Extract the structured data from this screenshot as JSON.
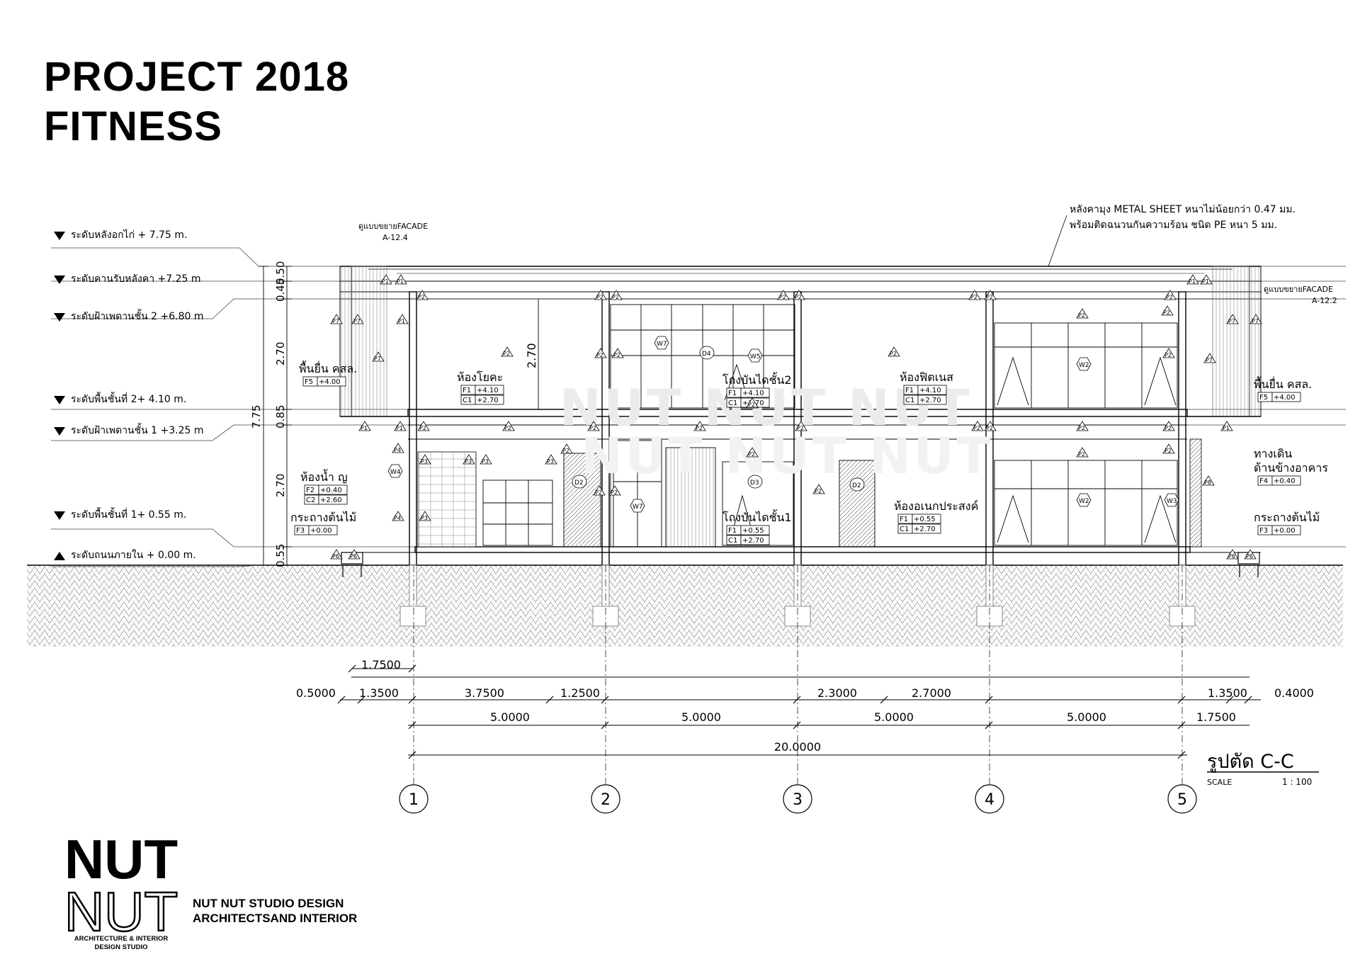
{
  "project": {
    "title_line1": "PROJECT  2018",
    "title_line2": "FITNESS"
  },
  "levels": [
    {
      "marker": "down",
      "label": "ระดับหลังอกไก่ + 7.75 m."
    },
    {
      "marker": "down",
      "label": "ระดับคานรับหลังคา +7.25 m"
    },
    {
      "marker": "down",
      "label": "ระดับฝ้าเพดานชั้น 2 +6.80 m"
    },
    {
      "marker": "down",
      "label": "ระดับพื้นชั้นที่ 2+ 4.10 m."
    },
    {
      "marker": "down",
      "label": "ระดับฝ้าเพดานชั้น 1 +3.25 m"
    },
    {
      "marker": "down",
      "label": "ระดับพื้นชั้นที่ 1+ 0.55 m."
    },
    {
      "marker": "up",
      "label": "ระดับถนนภายใน + 0.00 m."
    }
  ],
  "vertical_dims": [
    "0.50",
    "0.45",
    "2.70",
    "0.85",
    "2.70",
    "0.55"
  ],
  "overall_height": "7.75",
  "inner_height": "2.70",
  "roof_note": [
    "หลังคามุง METAL SHEET  หนาไม่น้อยกว่า 0.47 มม.",
    "พร้อมติดฉนวนกันความร้อน ชนิด PE หนา 5 มม."
  ],
  "facade_refs": [
    {
      "text": "ดูแบบขยายFACADE",
      "ref": "A-12.4"
    },
    {
      "text": "ดูแบบขยายFACADE",
      "ref": "A-12.2"
    }
  ],
  "rooms": [
    {
      "name": "ห้องโยคะ",
      "codes": [
        [
          "F1",
          "+4.10"
        ],
        [
          "C1",
          "+2.70"
        ]
      ]
    },
    {
      "name": "โถงบันไดชั้น2",
      "codes": [
        [
          "F1",
          "+4.10"
        ],
        [
          "C1",
          "+2.70"
        ]
      ]
    },
    {
      "name": "ห้องฟิตเนส",
      "codes": [
        [
          "F1",
          "+4.10"
        ],
        [
          "C1",
          "+2.70"
        ]
      ]
    },
    {
      "name": "พื้นยื่น คสล.",
      "codes": [
        [
          "F5",
          "+4.00"
        ]
      ]
    },
    {
      "name": "พื้นยื่น คสล.",
      "codes": [
        [
          "F5",
          "+4.00"
        ]
      ]
    },
    {
      "name": "ห้องน้ำ ญ",
      "codes": [
        [
          "F2",
          "+0.40"
        ],
        [
          "C2",
          "+2.60"
        ]
      ]
    },
    {
      "name": "กระถางต้นไม้",
      "codes": [
        [
          "F3",
          "+0.00"
        ]
      ]
    },
    {
      "name": "โถงบันไดชั้น1",
      "codes": [
        [
          "F1",
          "+0.55"
        ],
        [
          "C1",
          "+2.70"
        ]
      ]
    },
    {
      "name": "ห้องอเนกประสงค์",
      "codes": [
        [
          "F1",
          "+0.55"
        ],
        [
          "C1",
          "+2.70"
        ]
      ]
    },
    {
      "name": "ทางเดิน\nด้านข้างอาคาร",
      "codes": [
        [
          "F4",
          "+0.40"
        ]
      ]
    },
    {
      "name": "กระถางต้นไม้",
      "codes": [
        [
          "F3",
          "+0.00"
        ]
      ]
    }
  ],
  "tags": {
    "walls": [
      "P1",
      "P2",
      "P3",
      "P4",
      "P6",
      "P7",
      "P8"
    ],
    "windows": [
      "W2",
      "W3",
      "W4",
      "W5",
      "W7"
    ],
    "doors": [
      "D2",
      "D3",
      "D4"
    ]
  },
  "horizontal_dims": {
    "row1": [
      "1.7500"
    ],
    "row2": [
      "0.5000",
      "1.3500",
      "3.7500",
      "1.2500",
      "2.3000",
      "2.7000",
      "1.3500",
      "0.4000"
    ],
    "row3": [
      "5.0000",
      "5.0000",
      "5.0000",
      "5.0000",
      "1.7500"
    ],
    "overall": "20.0000"
  },
  "grid_axes": [
    "1",
    "2",
    "3",
    "4",
    "5"
  ],
  "section": {
    "title": "รูปตัด C-C",
    "scale_label": "SCALE",
    "scale": "1 : 100"
  },
  "watermark": [
    "NUT NUT NUT",
    "NUT NUT NUT"
  ],
  "logo": {
    "line1": "NUT",
    "line2": "NUT",
    "tag1": "ARCHITECTURE & INTERIOR",
    "tag2": "DESIGN STUDIO"
  },
  "studio": {
    "line1": "NUT NUT STUDIO DESIGN",
    "line2": "ARCHITECTSAND INTERIOR"
  }
}
